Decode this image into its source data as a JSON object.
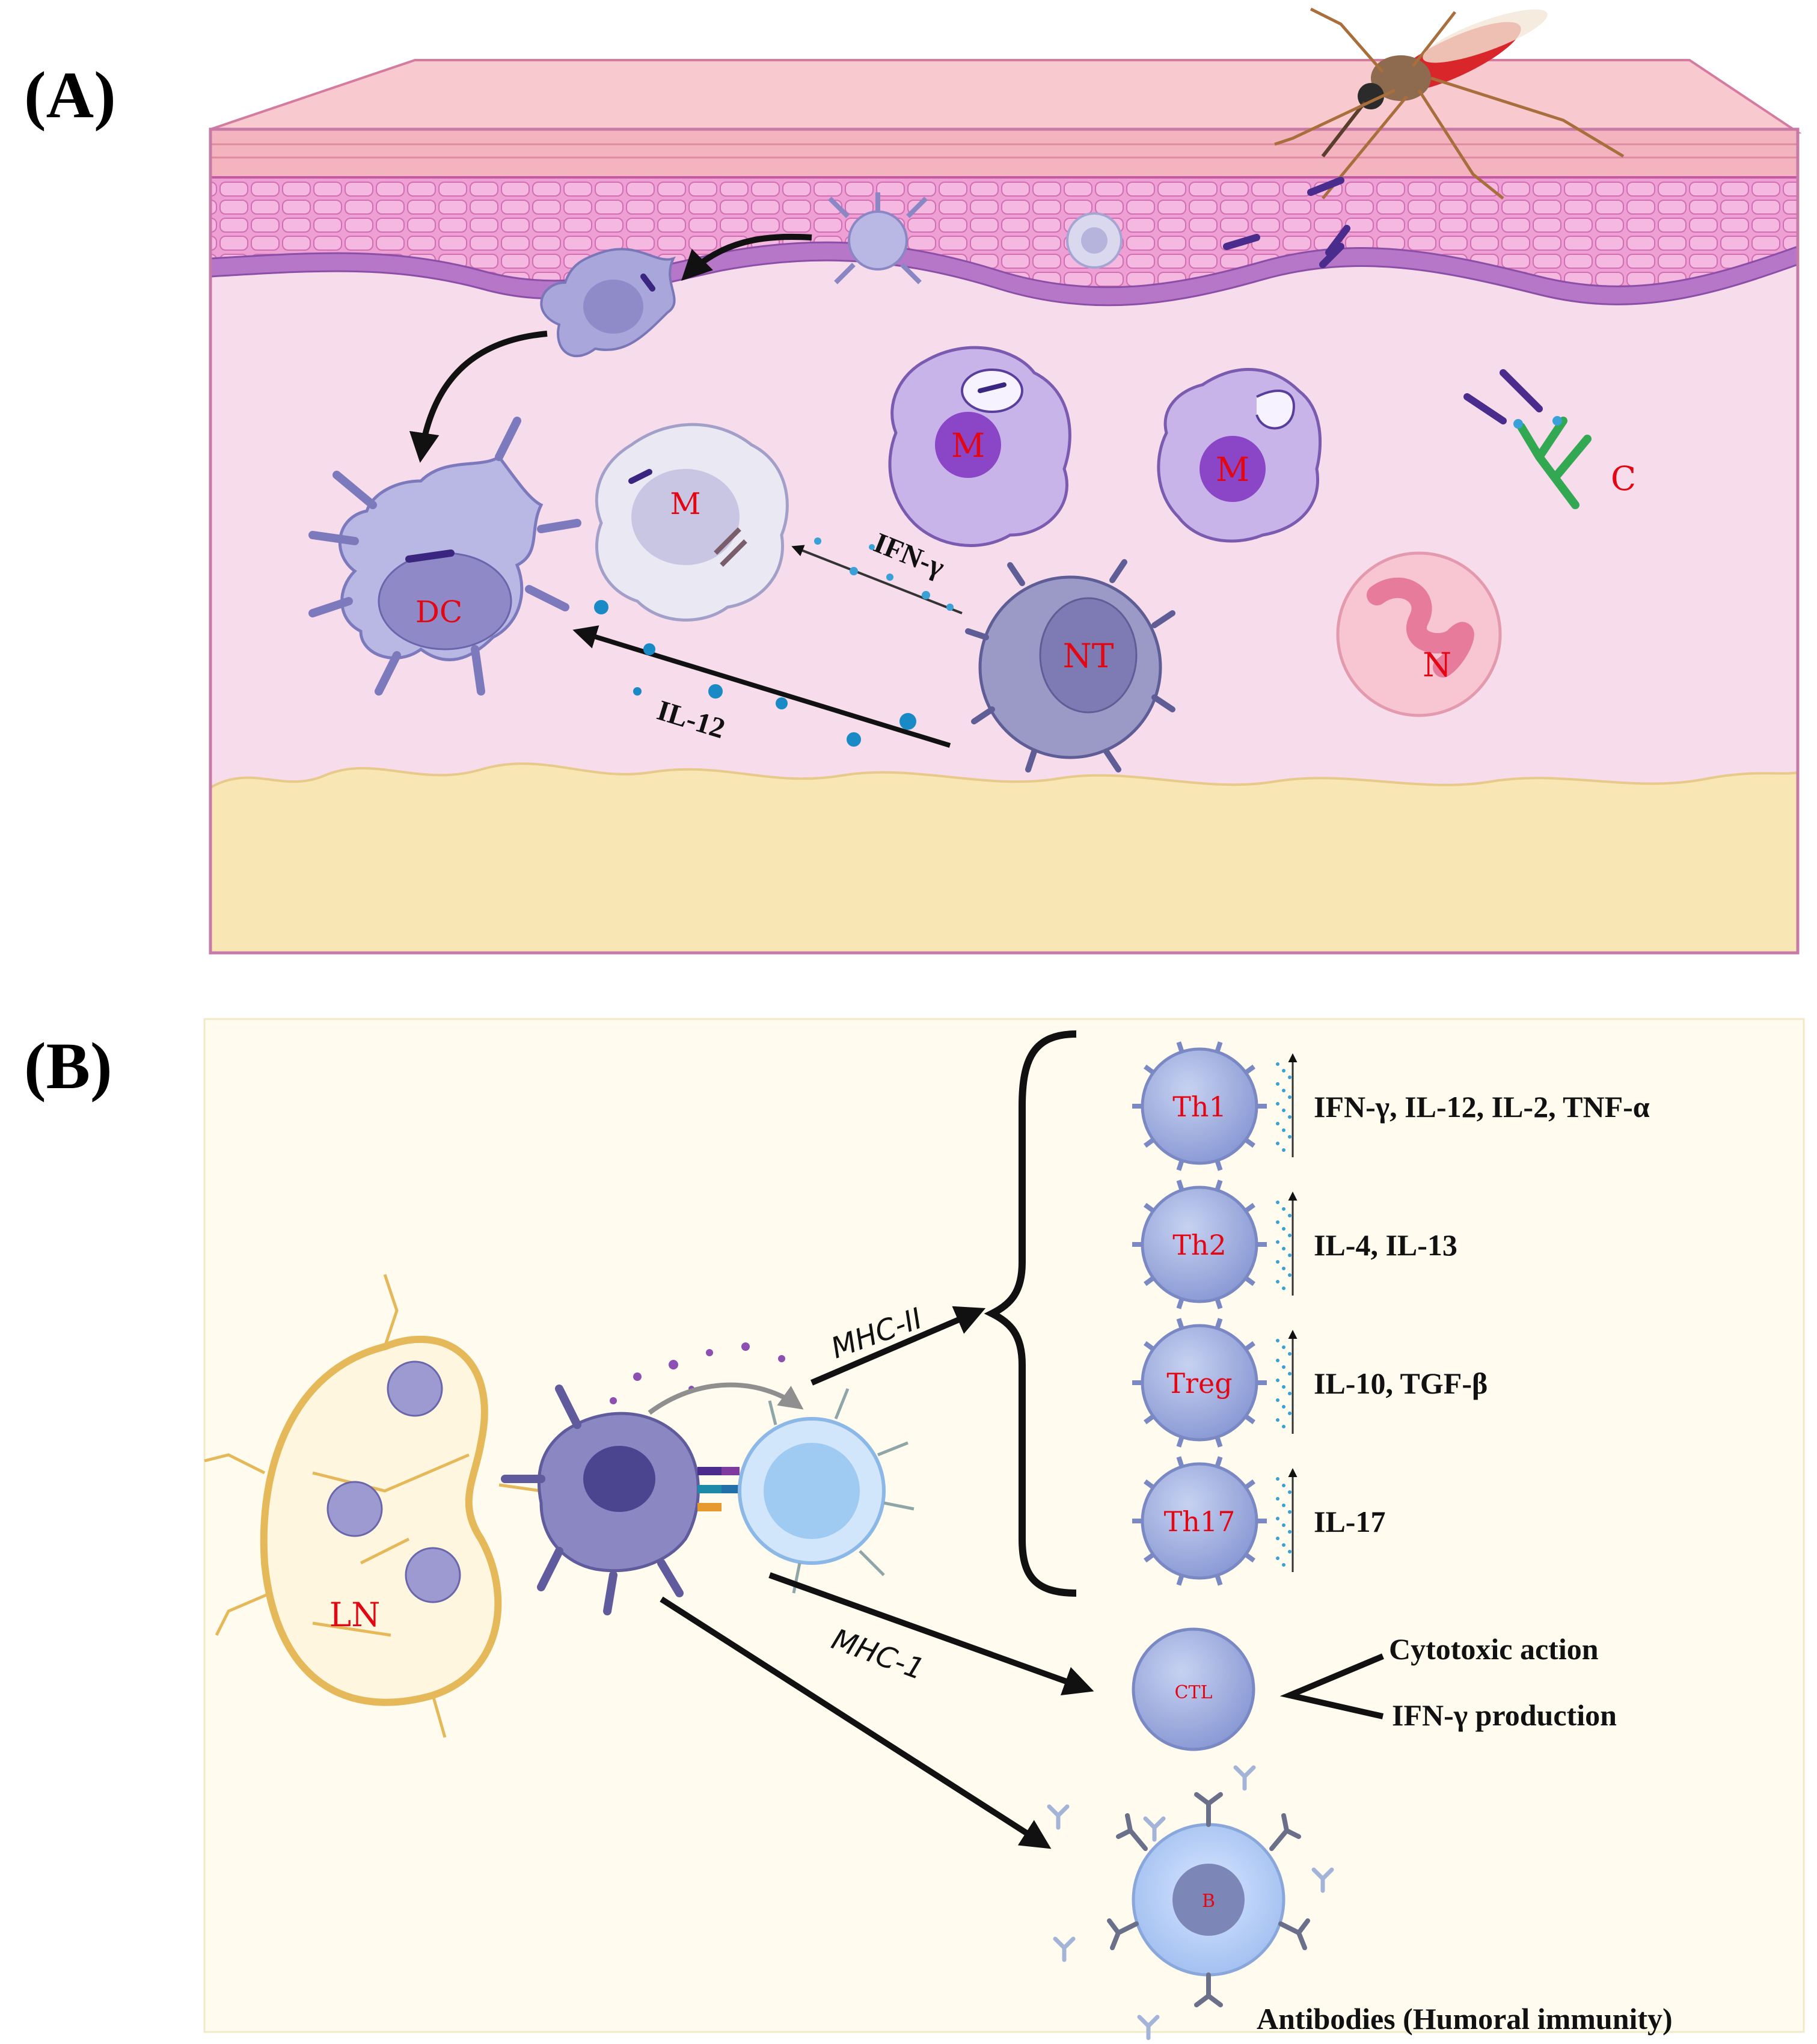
{
  "panels": {
    "a": {
      "letter": "(A)"
    },
    "b": {
      "letter": "(B)"
    }
  },
  "panel_a": {
    "cells": {
      "dendritic": "DC",
      "macrophage_activated": "M",
      "macrophage_1": "M",
      "macrophage_2": "M",
      "nk_t": "NT",
      "neutrophil": "N",
      "complement": "C"
    },
    "cytokines": {
      "ifn_gamma": "IFN-γ",
      "il12": "IL-12"
    }
  },
  "panel_b": {
    "lymph_node_label": "LN",
    "mhc_ii": "MHC-II",
    "mhc_i": "MHC-1",
    "t_helper": [
      {
        "name": "Th1",
        "cytokines": "IFN-γ, IL-12, IL-2, TNF-α"
      },
      {
        "name": "Th2",
        "cytokines": "IL-4, IL-13"
      },
      {
        "name": "Treg",
        "cytokines": "IL-10, TGF-β"
      },
      {
        "name": "Th17",
        "cytokines": "IL-17"
      }
    ],
    "ctl": {
      "name": "CTL",
      "outcomes": [
        "Cytotoxic action",
        "IFN-γ production"
      ]
    },
    "b_cell": {
      "name": "B",
      "outcome": "Antibodies (Humoral immunity)"
    }
  },
  "colors": {
    "epidermis": "#ec9fd2",
    "dermis": "#f7dceb",
    "fat": "#f8e6b4",
    "panel_b_bg": "#fffbee",
    "label_red": "#e30613",
    "macrophage_fill": "#c9b4ea",
    "neutrophil_fill": "#f7c6d2",
    "dc_fill": "#b9b7e4",
    "t_cell_fill": "#9aa9dd"
  }
}
